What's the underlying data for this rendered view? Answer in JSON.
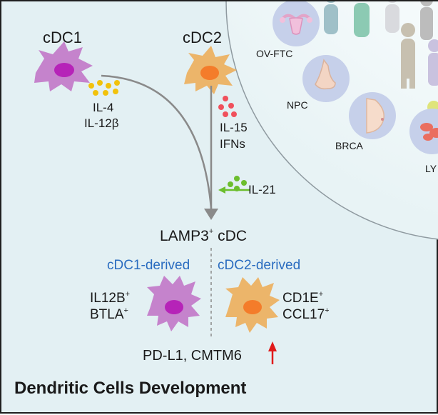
{
  "cells": {
    "cdc1": "cDC1",
    "cdc2": "cDC2",
    "lamp3": "LAMP3",
    "lamp3_sup": "+",
    "lamp3_suffix": " cDC"
  },
  "cdc1_factors": [
    "IL-4",
    "IL-12β"
  ],
  "cdc2_factors": [
    "IL-15",
    "IFNs"
  ],
  "il21": "IL-21",
  "branches": {
    "left": "cDC1-derived",
    "right": "cDC2-derived"
  },
  "left_markers": [
    {
      "name": "IL12B",
      "sup": "+"
    },
    {
      "name": "BTLA",
      "sup": "+"
    }
  ],
  "right_markers": [
    {
      "name": "CD1E",
      "sup": "+"
    },
    {
      "name": "CCL17",
      "sup": "+"
    }
  ],
  "checkpoint": "PD-L1, CMTM6",
  "title": "Dendritic Cells Development",
  "organs": [
    "OV-FTC",
    "NPC",
    "BRCA",
    "LY"
  ],
  "colors": {
    "background": "#e3f0f3",
    "cdc1_cell": "#c583cc",
    "cdc1_nucleus": "#b623b8",
    "cdc2_cell": "#ecb56a",
    "cdc2_nucleus": "#f47c2a",
    "branch_label": "#2a6cc0",
    "il4_dots": "#f2c20b",
    "il15_dots": "#f0505c",
    "il21_dots": "#6cbe2d",
    "up_arrow": "#e01b1b",
    "organ_circle": "#c6d0ea"
  },
  "icons": [
    "uterus-icon",
    "nose-icon",
    "breast-icon",
    "lymph-node-icon",
    "human-figure-icon",
    "up-arrow-icon"
  ]
}
